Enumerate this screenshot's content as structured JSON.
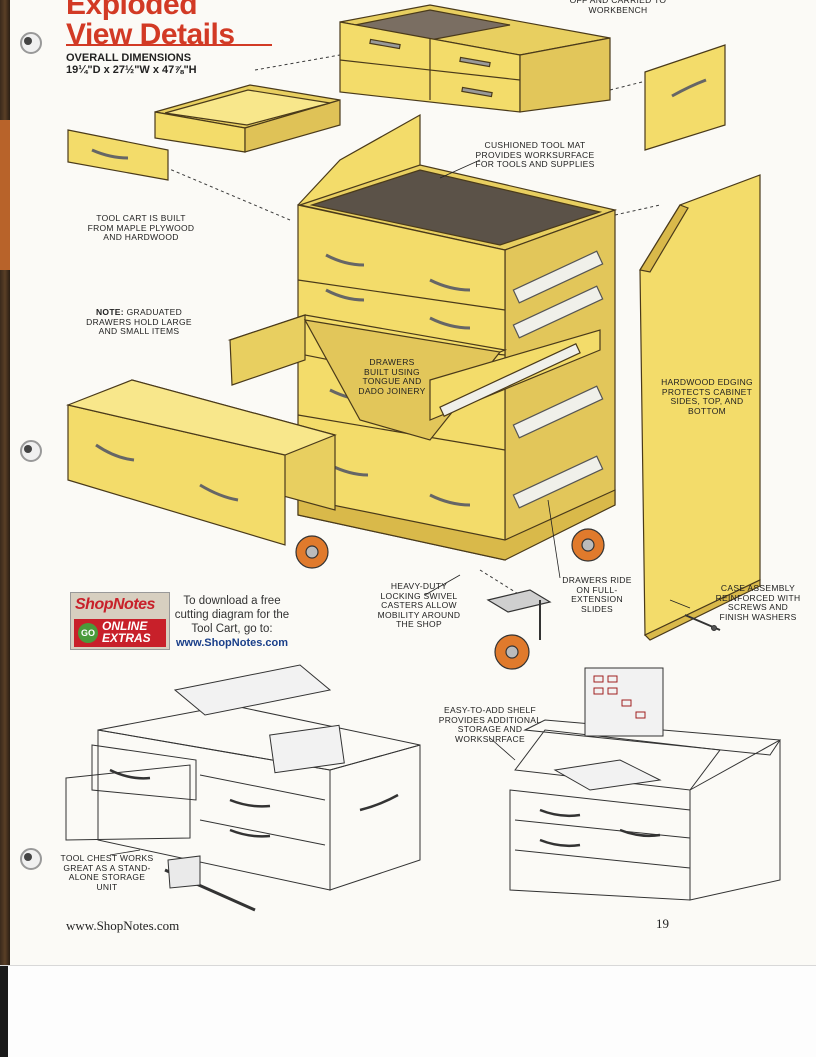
{
  "header": {
    "title_line1": "Exploded",
    "title_line2": "View Details",
    "dimensions_label": "OVERALL DIMENSIONS",
    "dimensions_value": "19¼\"D x 27½\"W x 47⅞\"H"
  },
  "callouts": {
    "top_right": "OFF AND CARRIED TO WORKBENCH",
    "tool_mat": "CUSHIONED TOOL MAT PROVIDES WORKSURFACE FOR TOOLS AND SUPPLIES",
    "material": "TOOL CART IS BUILT FROM MAPLE PLYWOOD AND HARDWOOD",
    "note_label": "NOTE:",
    "note_text": "GRADUATED DRAWERS HOLD LARGE AND SMALL ITEMS",
    "joinery": "DRAWERS BUILT USING TONGUE AND DADO JOINERY",
    "edging": "HARDWOOD EDGING PROTECTS CABINET SIDES, TOP, AND BOTTOM",
    "casters": "HEAVY-DUTY LOCKING SWIVEL CASTERS ALLOW MOBILITY AROUND THE SHOP",
    "slides": "DRAWERS RIDE ON FULL-EXTENSION SLIDES",
    "case_assembly": "CASE ASSEMBLY REINFORCED WITH SCREWS AND FINISH WASHERS",
    "shelf": "EASY-TO-ADD SHELF PROVIDES ADDITIONAL STORAGE AND WORKSURFACE",
    "tool_chest": "TOOL CHEST WORKS GREAT AS A STAND-ALONE STORAGE UNIT"
  },
  "promo": {
    "brand": "ShopNotes",
    "go": "GO",
    "online": "ONLINE",
    "extras": "EXTRAS",
    "text": "To download a free cutting diagram for the Tool Cart, go to:",
    "url": "www.ShopNotes.com"
  },
  "footer": {
    "url": "www.ShopNotes.com",
    "page_number": "19"
  },
  "colors": {
    "title_red": "#d23a25",
    "wood": "#f3dc6a",
    "wood_dark": "#d9b94a",
    "mat": "#5b5248",
    "caster": "#e07a2c"
  }
}
